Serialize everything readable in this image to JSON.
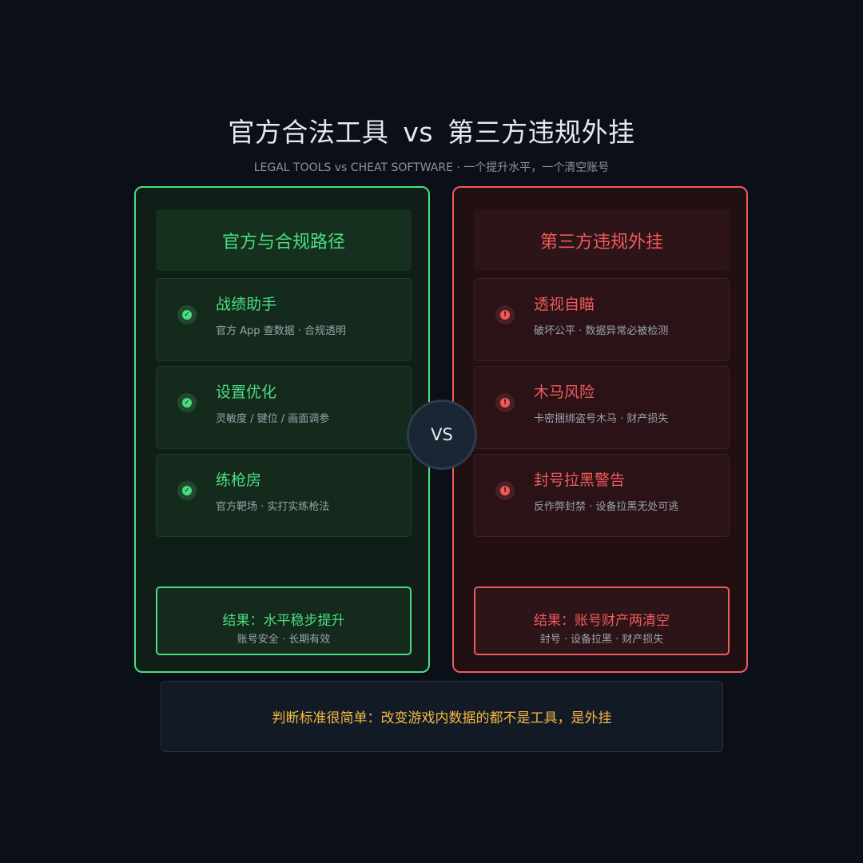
{
  "header": {
    "title_left": "官方合法工具",
    "title_vs": "vs",
    "title_right": "第三方违规外挂",
    "subtitle": "LEGAL TOOLS vs CHEAT SOFTWARE · 一个提升水平，一个清空账号"
  },
  "left_panel": {
    "heading": "官方与合规路径",
    "icon": "check-icon",
    "items": [
      {
        "title": "战绩助手",
        "desc": "官方 App 查数据 · 合规透明"
      },
      {
        "title": "设置优化",
        "desc": "灵敏度 / 键位 / 画面调参"
      },
      {
        "title": "练枪房",
        "desc": "官方靶场 · 实打实练枪法"
      }
    ],
    "result_title": "结果：水平稳步提升",
    "result_sub": "账号安全 · 长期有效"
  },
  "right_panel": {
    "heading": "第三方违规外挂",
    "icon": "warning-icon",
    "items": [
      {
        "title": "透视自瞄",
        "desc": "破坏公平 · 数据异常必被检测"
      },
      {
        "title": "木马风险",
        "desc": "卡密捆绑盗号木马 · 财产损失"
      },
      {
        "title": "封号拉黑警告",
        "desc": "反作弊封禁 · 设备拉黑无处可逃"
      }
    ],
    "result_title": "结果：账号财产两清空",
    "result_sub": "封号 · 设备拉黑 · 财产损失"
  },
  "center": {
    "vs_label": "VS"
  },
  "footer": {
    "note": "判断标准很简单：改变游戏内数据的都不是工具，是外挂"
  },
  "colors": {
    "legal": "#4ade80",
    "cheat": "#f05a5a",
    "note": "#f5b942",
    "background": "#0b0f17"
  }
}
